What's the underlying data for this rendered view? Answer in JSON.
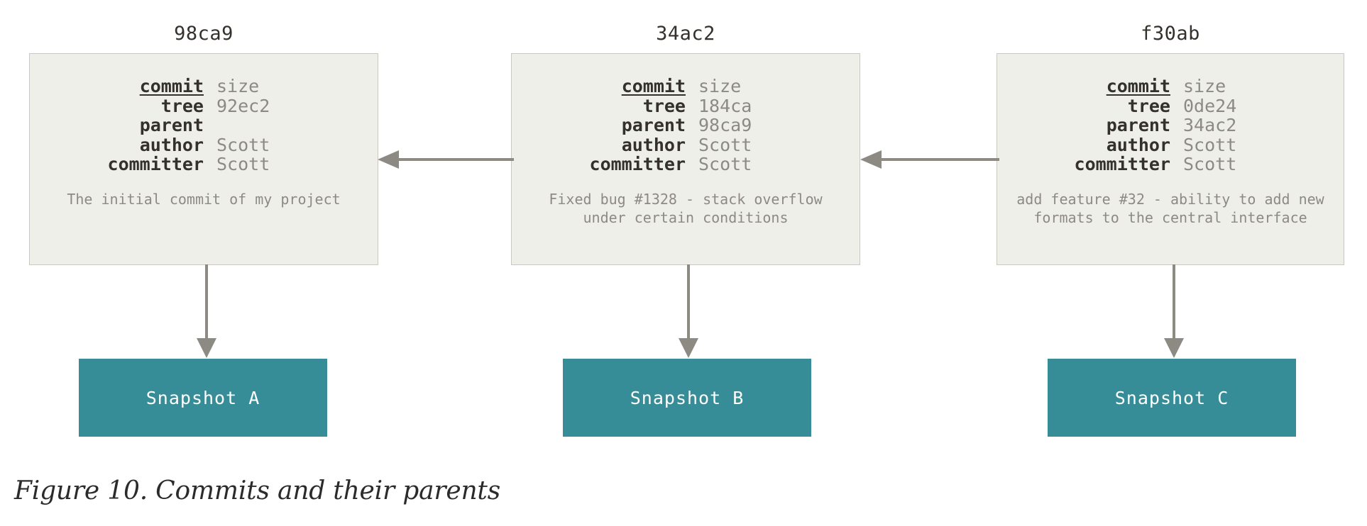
{
  "figure": {
    "caption": "Figure 10. Commits and their parents"
  },
  "colors": {
    "commit_box_bg": "#EFEFE9",
    "commit_box_border": "#c9c9c0",
    "snapshot_bg": "#378D97",
    "arrow": "#8d8a84",
    "key_text": "#34302c",
    "value_text": "#8d8a84"
  },
  "commits": [
    {
      "hash": "98ca9",
      "fields": [
        {
          "key": "commit",
          "value": "size",
          "underlined": true
        },
        {
          "key": "tree",
          "value": "92ec2",
          "underlined": false
        },
        {
          "key": "parent",
          "value": "",
          "underlined": false
        },
        {
          "key": "author",
          "value": "Scott",
          "underlined": false
        },
        {
          "key": "committer",
          "value": "Scott",
          "underlined": false
        }
      ],
      "message": "The initial commit of my project",
      "snapshot": "Snapshot A"
    },
    {
      "hash": "34ac2",
      "fields": [
        {
          "key": "commit",
          "value": "size",
          "underlined": true
        },
        {
          "key": "tree",
          "value": "184ca",
          "underlined": false
        },
        {
          "key": "parent",
          "value": "98ca9",
          "underlined": false
        },
        {
          "key": "author",
          "value": "Scott",
          "underlined": false
        },
        {
          "key": "committer",
          "value": "Scott",
          "underlined": false
        }
      ],
      "message": "Fixed bug #1328 - stack overflow\nunder certain conditions",
      "snapshot": "Snapshot B"
    },
    {
      "hash": "f30ab",
      "fields": [
        {
          "key": "commit",
          "value": "size",
          "underlined": true
        },
        {
          "key": "tree",
          "value": "0de24",
          "underlined": false
        },
        {
          "key": "parent",
          "value": "34ac2",
          "underlined": false
        },
        {
          "key": "author",
          "value": "Scott",
          "underlined": false
        },
        {
          "key": "committer",
          "value": "Scott",
          "underlined": false
        }
      ],
      "message": "add feature #32 - ability to add new\nformats to the central interface",
      "snapshot": "Snapshot C"
    }
  ],
  "arrows": {
    "parent_link_direction": "left",
    "snapshot_link_direction": "down"
  }
}
